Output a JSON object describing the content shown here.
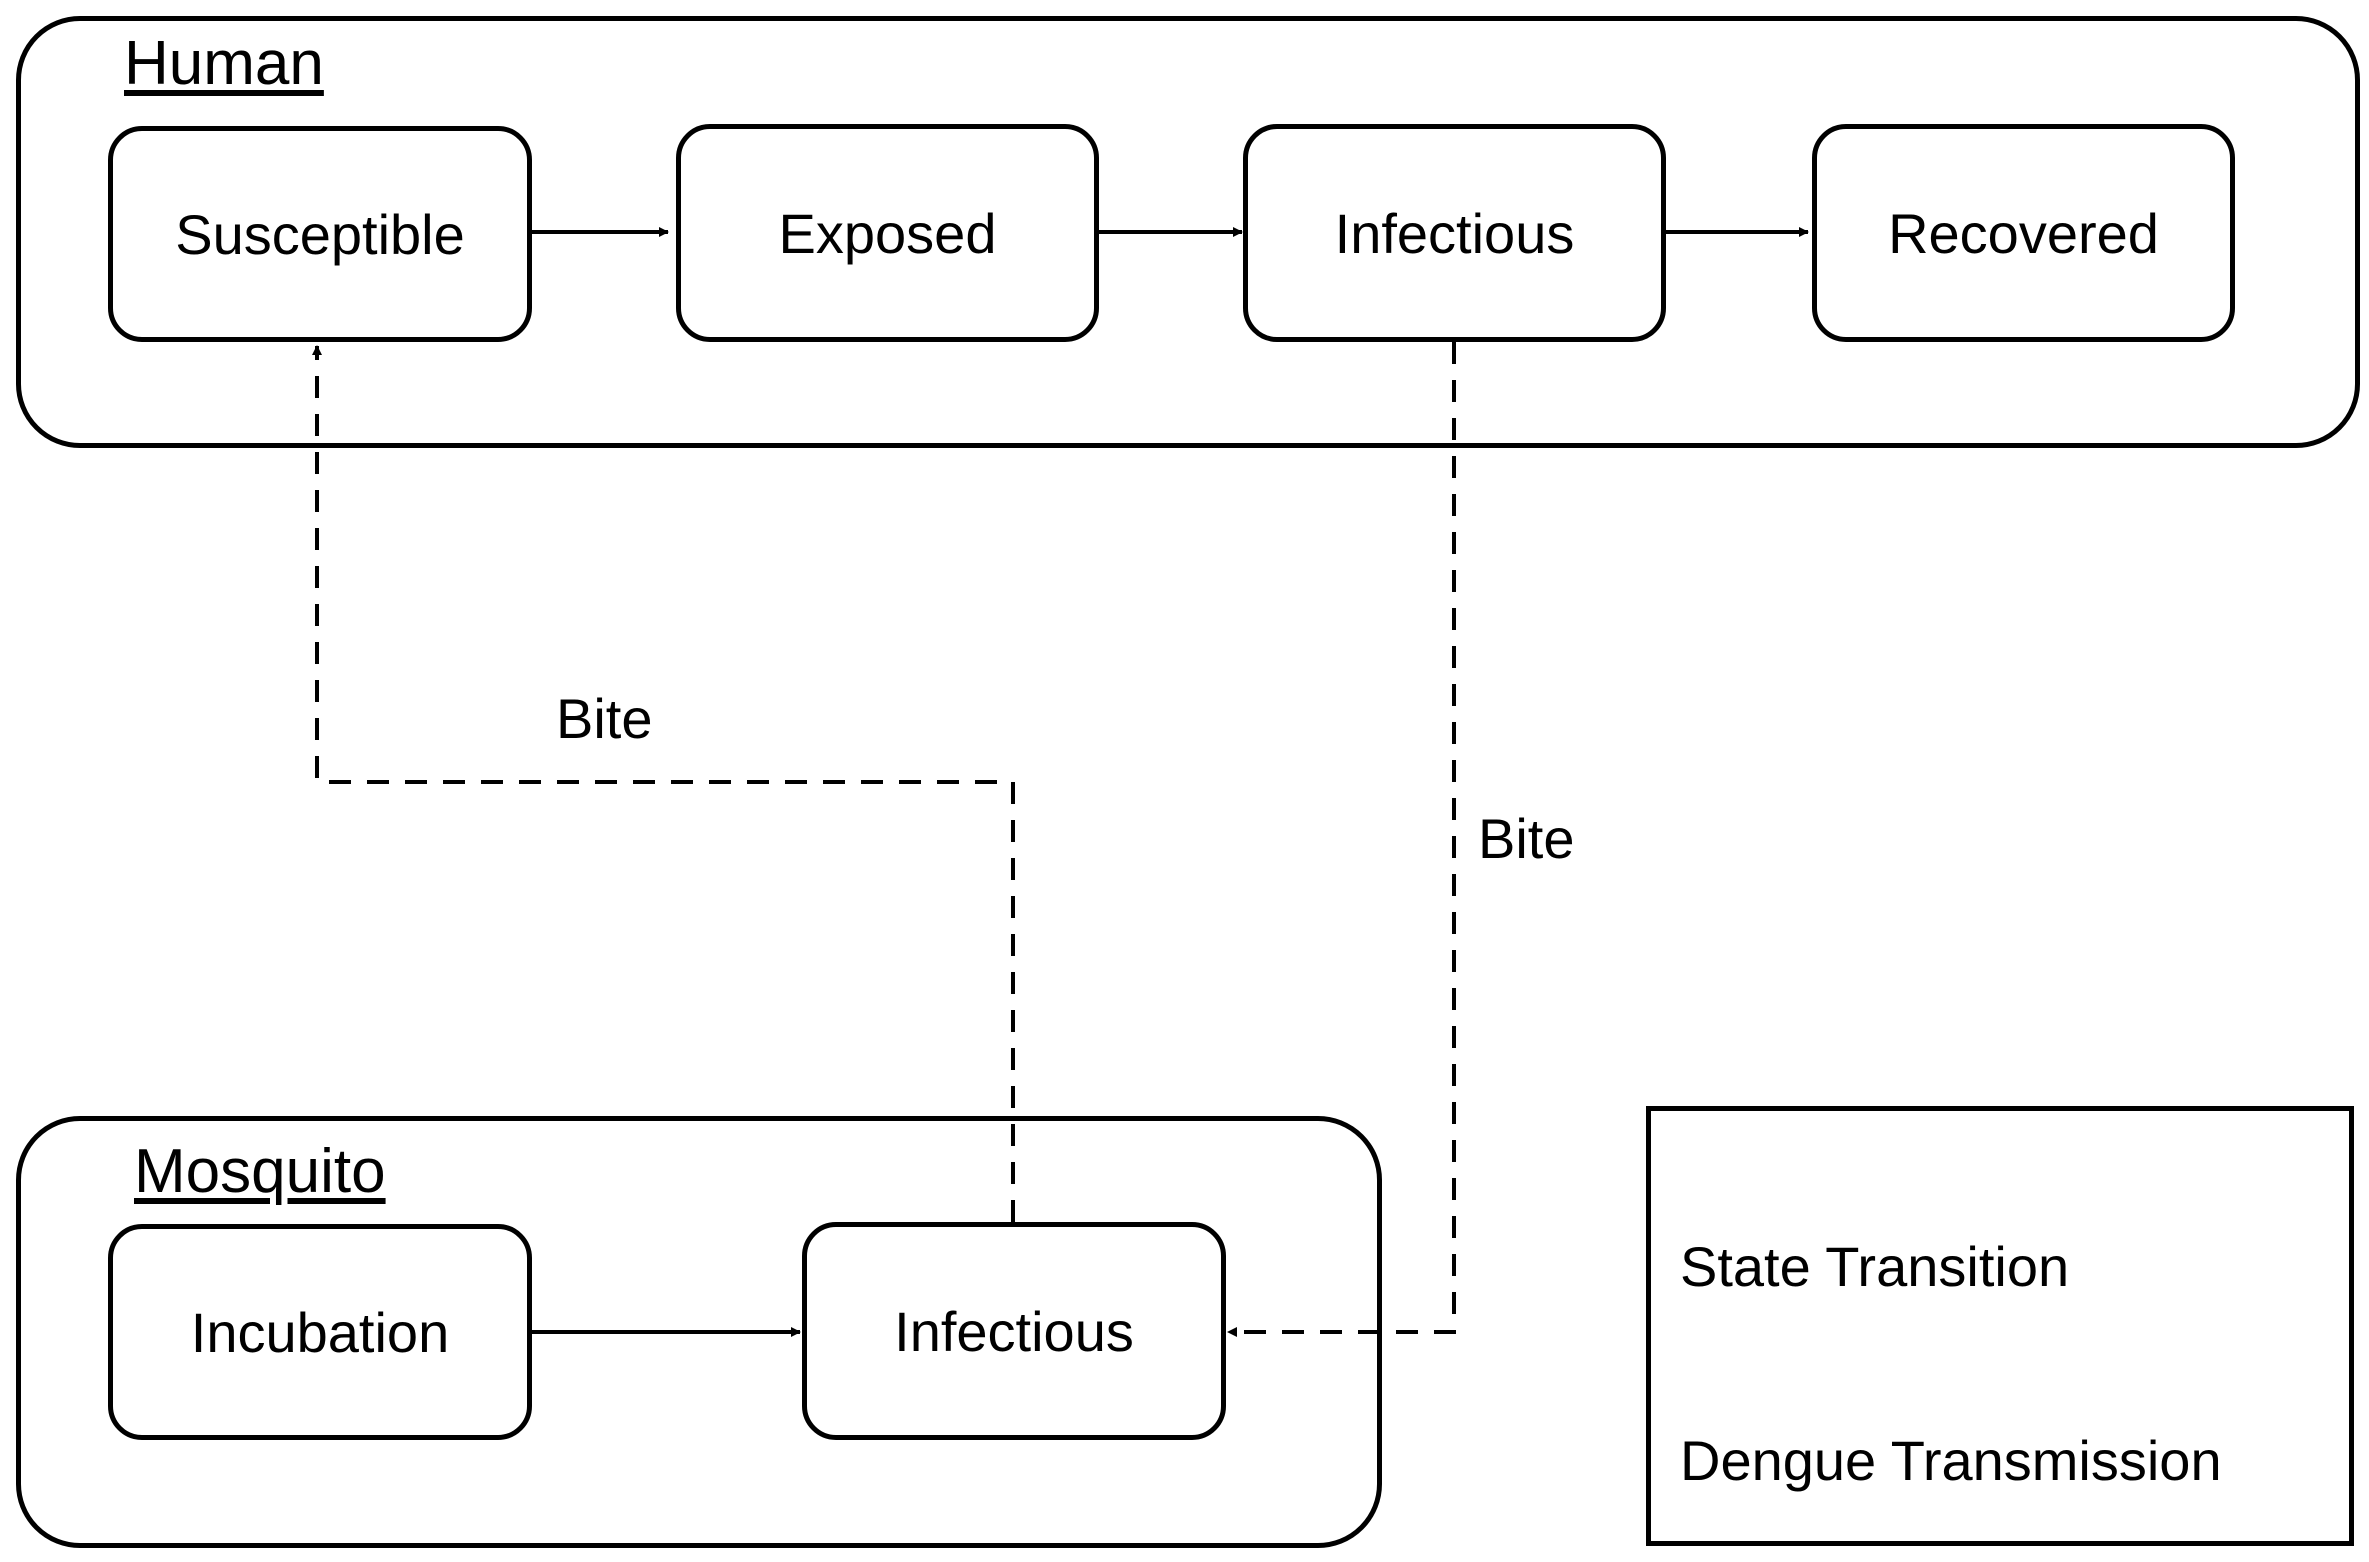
{
  "human": {
    "title": "Human",
    "states": [
      "Susceptible",
      "Exposed",
      "Infectious",
      "Recovered"
    ]
  },
  "mosquito": {
    "title": "Mosquito",
    "states": [
      "Incubation",
      "Infectious"
    ]
  },
  "edges": {
    "bite_to_human": "Bite",
    "bite_to_mosquito": "Bite"
  },
  "legend": {
    "state_transition": "State Transition",
    "dengue_transmission": "Dengue Transmission"
  },
  "colors": {
    "stroke": "#000000",
    "background": "#ffffff"
  }
}
